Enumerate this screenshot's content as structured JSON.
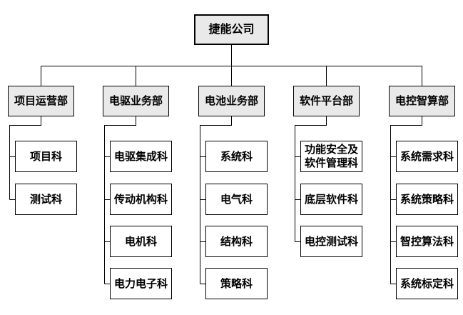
{
  "company": {
    "label": "捷能公司"
  },
  "departments": [
    {
      "label": "项目运营部",
      "children": [
        {
          "label": "项目科"
        },
        {
          "label": "测试科"
        }
      ]
    },
    {
      "label": "电驱业务部",
      "children": [
        {
          "label": "电驱集成科"
        },
        {
          "label": "传动机构科"
        },
        {
          "label": "电机科"
        },
        {
          "label": "电力电子科"
        }
      ]
    },
    {
      "label": "电池业务部",
      "children": [
        {
          "label": "系统科"
        },
        {
          "label": "电气科"
        },
        {
          "label": "结构科"
        },
        {
          "label": "策略科"
        }
      ]
    },
    {
      "label": "软件平台部",
      "children": [
        {
          "label": "功能安全及软件管理科"
        },
        {
          "label": "底层软件科"
        },
        {
          "label": "电控测试科"
        }
      ]
    },
    {
      "label": "电控智算部",
      "children": [
        {
          "label": "系统需求科"
        },
        {
          "label": "系统策略科"
        },
        {
          "label": "智控算法科"
        },
        {
          "label": "系统标定科"
        }
      ]
    }
  ],
  "colors": {
    "node_fill": "#e9e9e9",
    "leaf_fill": "#ffffff",
    "border": "#000000",
    "connector": "#000000",
    "background": "#ffffff"
  }
}
